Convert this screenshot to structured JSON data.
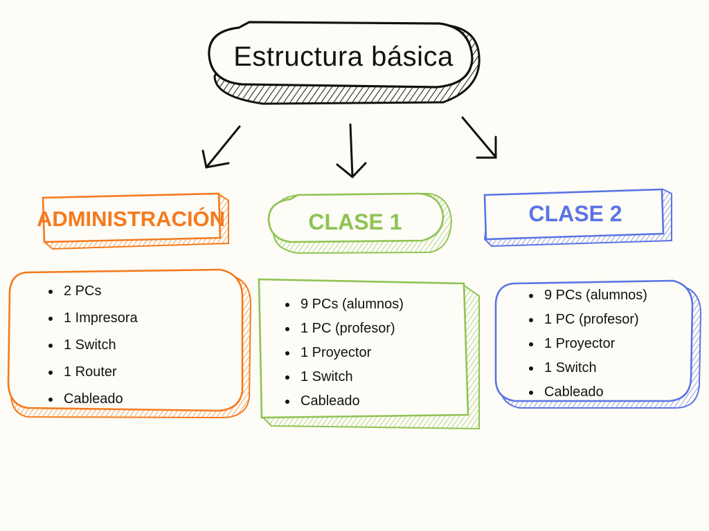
{
  "title": "Estructura básica",
  "colors": {
    "title_border": "#111111",
    "admin": "#f47a1d",
    "clase1": "#8fc354",
    "clase2": "#5b74e5",
    "background": "#fdfcf6"
  },
  "sections": [
    {
      "heading": "ADMINISTRACIÓN",
      "items": [
        "2 PCs",
        "1 Impresora",
        "1 Switch",
        "1 Router",
        "Cableado"
      ]
    },
    {
      "heading": "CLASE 1",
      "items": [
        "9 PCs (alumnos)",
        "1 PC (profesor)",
        "1 Proyector",
        "1 Switch",
        "Cableado"
      ]
    },
    {
      "heading": "CLASE 2",
      "items": [
        "9 PCs (alumnos)",
        "1 PC (profesor)",
        "1 Proyector",
        "1 Switch",
        "Cableado"
      ]
    }
  ]
}
